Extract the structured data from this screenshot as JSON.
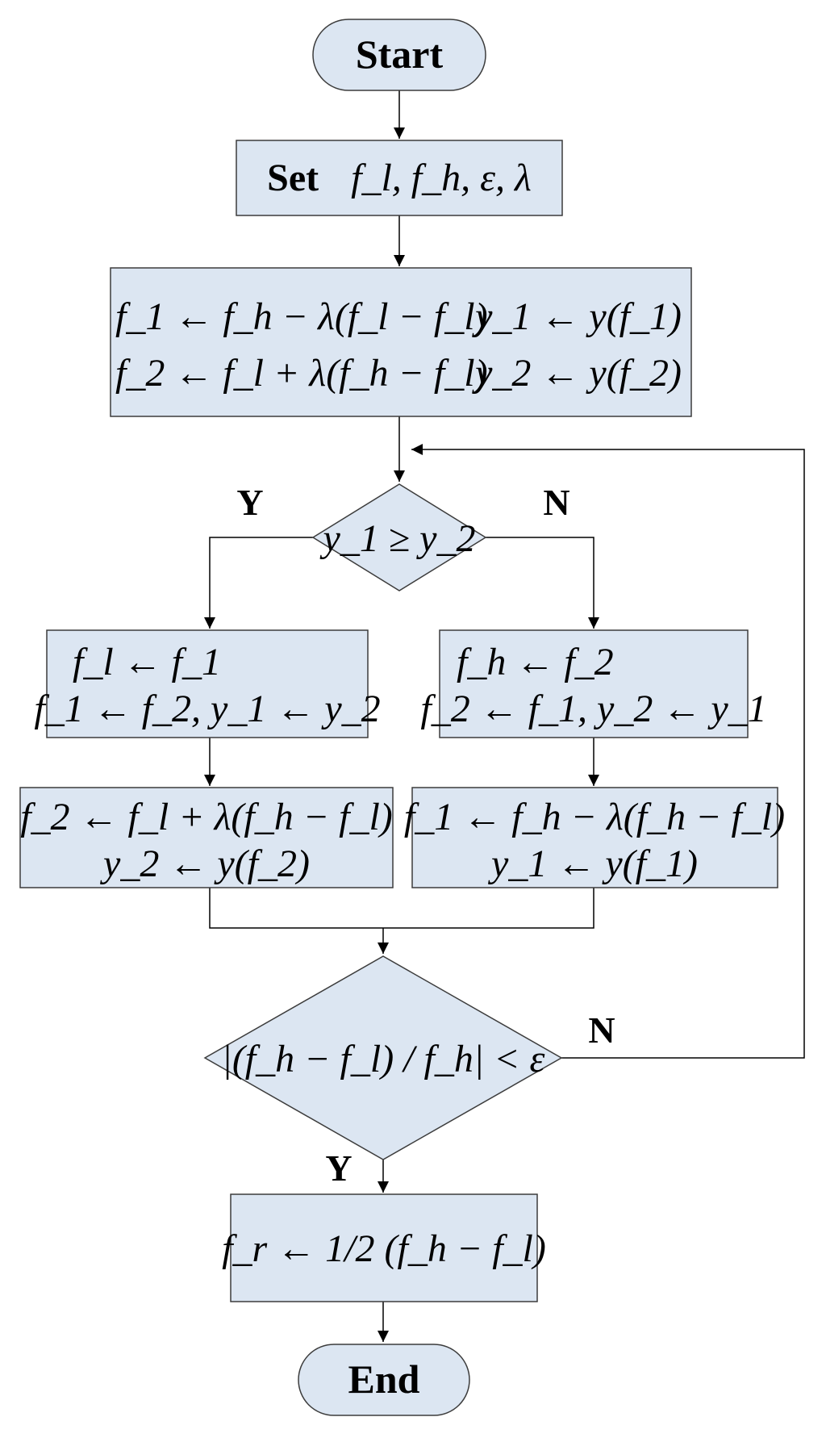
{
  "terminals": {
    "start": "Start",
    "end": "End"
  },
  "set_step": {
    "keyword": "Set",
    "params": "f_l, f_h, ε, λ"
  },
  "init_step": {
    "line1_left": "f_1 ← f_h − λ(f_l − f_l)",
    "line1_right": "y_1 ← y(f_1)",
    "line2_left": "f_2 ← f_l + λ(f_h − f_l)",
    "line2_right": "y_2 ← y(f_2)"
  },
  "decision_compare": {
    "condition": "y_1 ≥ y_2",
    "yes_label": "Y",
    "no_label": "N"
  },
  "yes_branch": {
    "update_line1": "f_l ← f_1",
    "update_line2": "f_1 ← f_2, y_1 ← y_2",
    "eval_line1": "f_2 ← f_l + λ(f_h − f_l)",
    "eval_line2": "y_2 ← y(f_2)"
  },
  "no_branch": {
    "update_line1": "f_h ← f_2",
    "update_line2": "f_2 ← f_1, y_2 ← y_1",
    "eval_line1": "f_1 ← f_h − λ(f_h − f_l)",
    "eval_line2": "y_1 ← y(f_1)"
  },
  "decision_converge": {
    "condition": "|(f_h − f_l) / f_h| < ε",
    "yes_label": "Y",
    "no_label": "N"
  },
  "result_step": {
    "formula": "f_r ← 1/2 (f_h − f_l)"
  }
}
